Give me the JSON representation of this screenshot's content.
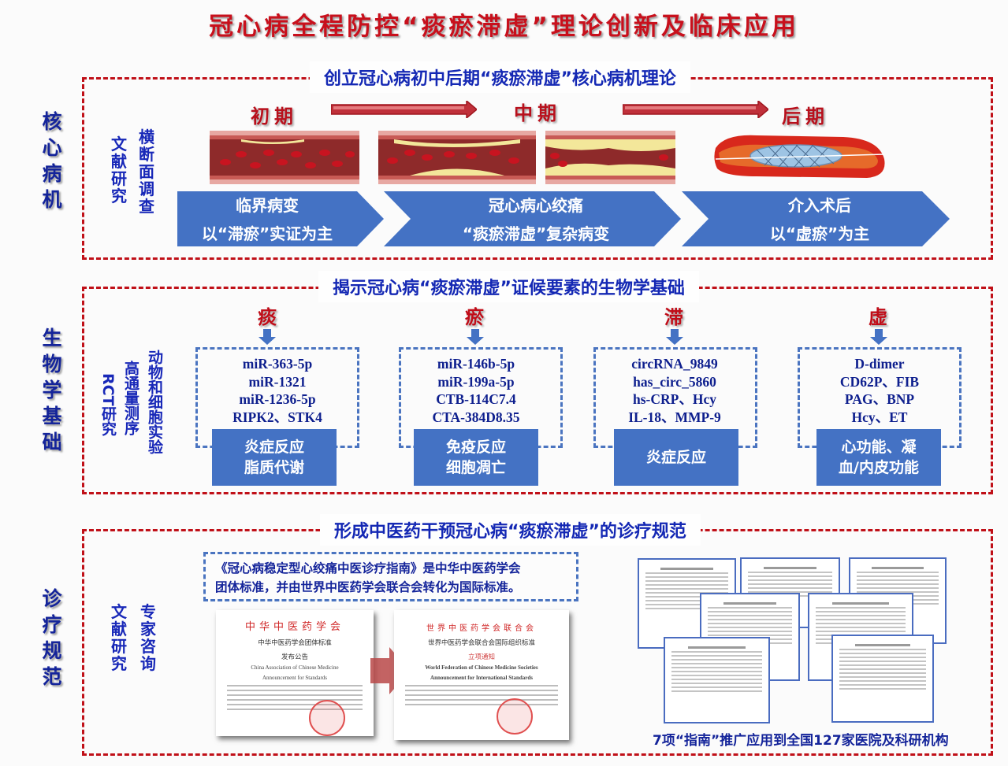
{
  "title": "冠心病全程防控“痰瘀滞虚”理论创新及临床应用",
  "colors": {
    "title_red": "#c8101c",
    "heading_blue": "#1428b4",
    "frame_red": "#c01018",
    "box_blue": "#4472c4",
    "dash_blue": "#4a74c0"
  },
  "sections": {
    "pathogenesis": {
      "side_label": "核\n心\n病\n机",
      "heading": "创立冠心病初中后期“痰瘀滞虚”核心病机理论",
      "methods": [
        "文\n献\n研\n究",
        "横\n断\n面\n调\n查"
      ],
      "stages": [
        {
          "label": "初期",
          "title": "临界病变",
          "subtitle": "以“滞瘀”实证为主",
          "image": "artery-early-icon"
        },
        {
          "label": "中期",
          "title": "冠心病心绞痛",
          "subtitle": "“痰瘀滞虚”复杂病变",
          "image": "artery-middle-icon"
        },
        {
          "label": "后期",
          "title": "介入术后",
          "subtitle": "以“虚瘀”为主",
          "image": "artery-stent-icon"
        }
      ]
    },
    "biology": {
      "side_label": "生\n物\n学\n基\n础",
      "heading": "揭示冠心病“痰瘀滞虚”证候要素的生物学基础",
      "methods": [
        "RCT研究",
        "高通量测序",
        "动物和细胞实验"
      ],
      "elements": [
        {
          "name": "痰",
          "markers": [
            "miR-363-5p",
            "miR-1321",
            "miR-1236-5p",
            "RIPK2、STK4"
          ],
          "result": [
            "炎症反应",
            "脂质代谢"
          ]
        },
        {
          "name": "瘀",
          "markers": [
            "miR-146b-5p",
            "miR-199a-5p",
            "CTB-114C7.4",
            "CTA-384D8.35"
          ],
          "result": [
            "免疫反应",
            "细胞凋亡"
          ]
        },
        {
          "name": "滞",
          "markers": [
            "circRNA_9849",
            "has_circ_5860",
            "hs-CRP、Hcy",
            "IL-18、MMP-9"
          ],
          "result": [
            "炎症反应"
          ]
        },
        {
          "name": "虚",
          "markers": [
            "D-dimer",
            "CD62P、FIB",
            "PAG、BNP",
            "Hcy、ET"
          ],
          "result": [
            "心功能、凝",
            "血/内皮功能"
          ]
        }
      ]
    },
    "standards": {
      "side_label": "诊\n疗\n规\n范",
      "heading": "形成中医药干预冠心病“痰瘀滞虚”的诊疗规范",
      "methods": [
        "文\n献\n研\n究",
        "专\n家\n咨\n询"
      ],
      "note_lines": [
        "《冠心病稳定型心绞痛中医诊疗指南》是中华中医药学会",
        "团体标准，并由世界中医药学会联合会转化为国际标准。"
      ],
      "certificates": [
        {
          "org": "中华中医药学会",
          "title": "中华中医药学会团体标准",
          "subtitle": "发布公告",
          "english": [
            "China Association of Chinese Medicine",
            "Announcement for Standards"
          ]
        },
        {
          "org": "世界中医药学会联合会",
          "title": "世界中医药学会联合会国际组织标准",
          "subtitle": "立项通知",
          "english": [
            "World Federation of Chinese Medicine Societies",
            "Announcement for International Standards"
          ]
        }
      ],
      "guideline_caption": "7项“指南”推广应用到全国127家医院及科研机构"
    }
  }
}
